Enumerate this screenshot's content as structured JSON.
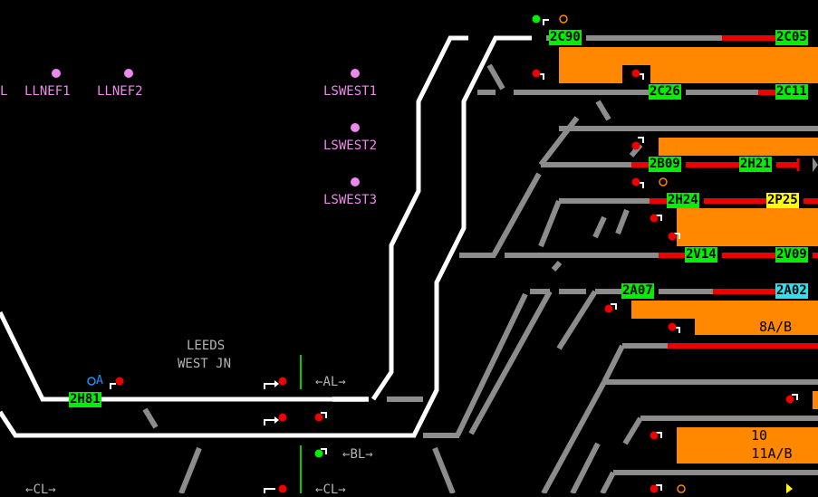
{
  "locations": [
    "L",
    "LLNEF1",
    "LLNEF2",
    "LSWEST1",
    "LSWEST2",
    "LSWEST3"
  ],
  "junction": {
    "line1": "LEEDS",
    "line2": "WEST JN"
  },
  "route_labels": [
    "AL",
    "BL",
    "CL",
    "CL"
  ],
  "route_arrows": [
    "←",
    "→"
  ],
  "signal_marker": "A",
  "berths": [
    {
      "id": "2C90",
      "color": "green"
    },
    {
      "id": "2C05",
      "color": "green"
    },
    {
      "id": "2C26",
      "color": "green"
    },
    {
      "id": "2C11",
      "color": "green"
    },
    {
      "id": "2B09",
      "color": "green"
    },
    {
      "id": "2H21",
      "color": "green"
    },
    {
      "id": "2H24",
      "color": "green"
    },
    {
      "id": "2P25",
      "color": "yellow"
    },
    {
      "id": "2V14",
      "color": "green"
    },
    {
      "id": "2V09",
      "color": "green"
    },
    {
      "id": "2A07",
      "color": "green"
    },
    {
      "id": "2A02",
      "color": "cyan"
    },
    {
      "id": "2H81",
      "color": "green"
    }
  ],
  "platform_labels": [
    "8A/B",
    "10",
    "11A/B"
  ],
  "colors": {
    "background": "#000000",
    "set_route": "#ffffff",
    "track": "#8c8c8c",
    "occupied": "#ee0000",
    "platform": "#ff8800",
    "location_text": "#ee88ee",
    "berth_green": "#00ee00",
    "berth_yellow": "#ffff00",
    "berth_cyan": "#33ddee"
  }
}
